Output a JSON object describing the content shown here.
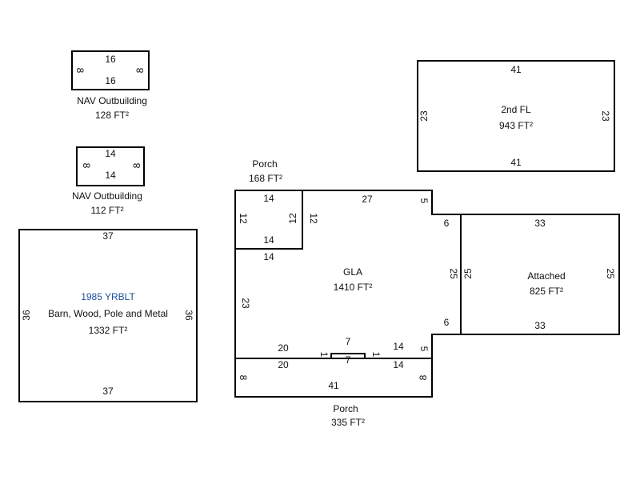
{
  "areas": {
    "nav1": {
      "name": "NAV Outbuilding",
      "size": "128 FT²",
      "dims": [
        "16",
        "16",
        "8",
        "8"
      ]
    },
    "nav2": {
      "name": "NAV Outbuilding",
      "size": "112 FT²",
      "dims": [
        "14",
        "14",
        "8",
        "8"
      ]
    },
    "barn": {
      "year": "1985 YRBLT",
      "name": "Barn, Wood, Pole and Metal",
      "size": "1332 FT²",
      "dims": [
        "37",
        "37",
        "36",
        "36"
      ]
    },
    "second_fl": {
      "name": "2nd FL",
      "size": "943 FT²",
      "dims": [
        "41",
        "41",
        "23",
        "23"
      ]
    },
    "porch_top": {
      "name": "Porch",
      "size": "168 FT²",
      "dims": [
        "14",
        "14",
        "12",
        "12"
      ]
    },
    "gla": {
      "name": "GLA",
      "size": "1410 FT²",
      "dims": [
        "27",
        "5",
        "12",
        "14",
        "6",
        "25",
        "23",
        "6",
        "5",
        "20",
        "14",
        "7",
        "1",
        "1"
      ]
    },
    "attached": {
      "name": "Attached",
      "size": "825 FT²",
      "dims": [
        "33",
        "33",
        "25",
        "25"
      ]
    },
    "porch_bottom": {
      "name": "Porch",
      "size": "335 FT²",
      "dims": [
        "20",
        "7",
        "14",
        "8",
        "8",
        "41"
      ]
    }
  },
  "colors": {
    "year_label": "#1f4e9a",
    "walls": "#000000"
  }
}
